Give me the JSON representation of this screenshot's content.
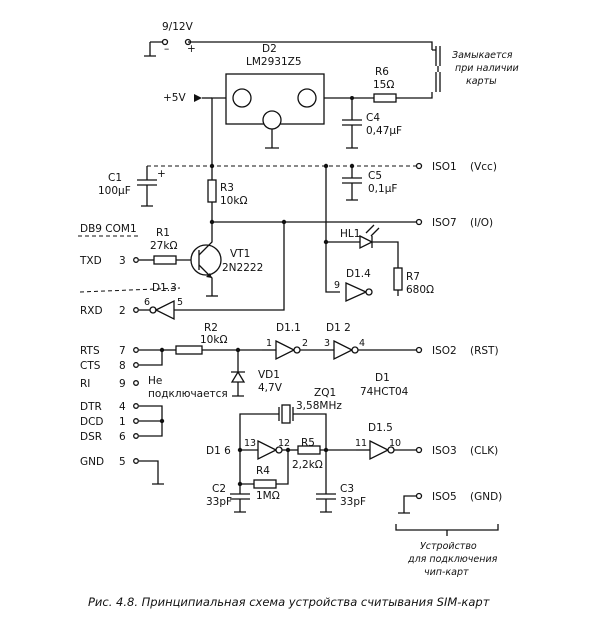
{
  "power": {
    "label": "9/12V",
    "minus": "–",
    "plus": "+"
  },
  "switch_note": [
    "Замыкается",
    "при наличии",
    "карты"
  ],
  "regulator": {
    "ref": "D2",
    "part": "LM2931Z5"
  },
  "rail_5v": "+5V",
  "resistors": {
    "r6": {
      "ref": "R6",
      "value": "15Ω"
    },
    "r3": {
      "ref": "R3",
      "value": "10kΩ"
    },
    "r1": {
      "ref": "R1",
      "value": "27kΩ"
    },
    "r7": {
      "ref": "R7",
      "value": "680Ω"
    },
    "r2": {
      "ref": "R2",
      "value": "10kΩ"
    },
    "r5": {
      "ref": "R5",
      "value": "2,2kΩ"
    },
    "r4": {
      "ref": "R4",
      "value": "1MΩ"
    }
  },
  "capacitors": {
    "c4": {
      "ref": "C4",
      "value": "0,47μF"
    },
    "c1": {
      "ref": "C1",
      "value": "100μF",
      "polarity": "+"
    },
    "c5": {
      "ref": "C5",
      "value": "0,1μF"
    },
    "c2": {
      "ref": "C2",
      "value": "33pF"
    },
    "c3": {
      "ref": "C3",
      "value": "33pF"
    }
  },
  "transistor": {
    "ref": "VT1",
    "part": "2N2222"
  },
  "led": {
    "ref": "HL1"
  },
  "zener": {
    "ref": "VD1",
    "value": "4,7V"
  },
  "crystal": {
    "ref": "ZQ1",
    "value": "3,58MHz"
  },
  "inverter_chip": {
    "ref": "D1",
    "part": "74HCT04"
  },
  "inverters": {
    "d1_1": {
      "ref": "D1.1",
      "pin_in": "1",
      "pin_out": "2"
    },
    "d1_2": {
      "ref": "D1 2",
      "pin_in": "3",
      "pin_out": "4"
    },
    "d1_3": {
      "ref": "D1.3",
      "pin_in": "5",
      "pin_out": "6"
    },
    "d1_4": {
      "ref": "D1.4",
      "pin_in": "9"
    },
    "d1_5": {
      "ref": "D1.5",
      "pin_in": "11",
      "pin_out": "10"
    },
    "d1_6": {
      "ref": "D1 6",
      "pin_in": "13",
      "pin_out": "12"
    }
  },
  "connector": {
    "title": "DB9  COM1",
    "pins": [
      {
        "name": "TXD",
        "num": "3"
      },
      {
        "name": "RXD",
        "num": "2"
      },
      {
        "name": "RTS",
        "num": "7"
      },
      {
        "name": "CTS",
        "num": "8"
      },
      {
        "name": "RI",
        "num": "9"
      },
      {
        "name": "DTR",
        "num": "4"
      },
      {
        "name": "DCD",
        "num": "1"
      },
      {
        "name": "DSR",
        "num": "6"
      },
      {
        "name": "GND",
        "num": "5"
      }
    ],
    "nc_note": [
      "Не",
      "подключается"
    ]
  },
  "iso": [
    {
      "name": "ISO1",
      "signal": "(Vcc)"
    },
    {
      "name": "ISO7",
      "signal": "(I/O)"
    },
    {
      "name": "ISO2",
      "signal": "(RST)"
    },
    {
      "name": "ISO3",
      "signal": "(CLK)"
    },
    {
      "name": "ISO5",
      "signal": "(GND)"
    }
  ],
  "device_note": [
    "Устройство",
    "для подключения",
    "чип-карт"
  ],
  "caption": "Рис. 4.8. Принципиальная схема устройства считывания SIM-карт"
}
